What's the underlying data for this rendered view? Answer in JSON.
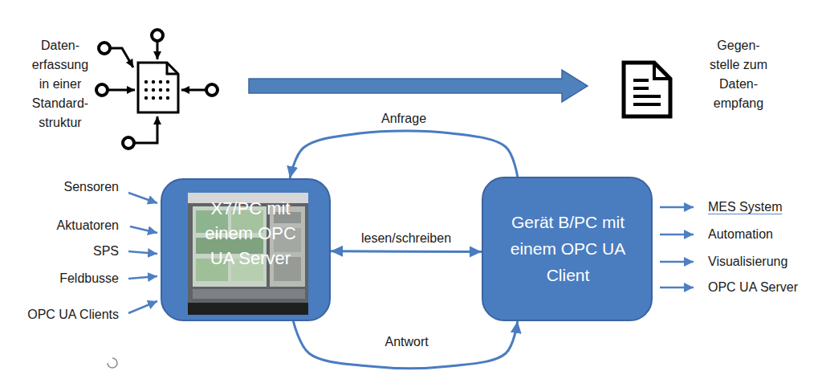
{
  "diagram": {
    "nodes": [
      {
        "text": [
          "X7/PC mit einem OPC UA Server"
        ]
      },
      {
        "text": [
          "Gerät B/PC mit einem OPC UA Client"
        ]
      }
    ],
    "edges": [
      {
        "from": 1,
        "to": 0,
        "arrow": "to",
        "label": "Anfrage"
      },
      {
        "from": 0,
        "to": 1,
        "arrow": "both",
        "label": "lesen/schreiben"
      },
      {
        "from": 0,
        "to": 1,
        "arrow": "to",
        "label": "Antwort"
      }
    ],
    "labels": [
      "Daten- erfassung in einer Standard- struktur",
      "Gegen- stelle zum Daten- empfang",
      "Sensoren",
      "Aktuatoren",
      "SPS",
      "Feldbusse",
      "OPC UA Clients",
      "MES System",
      "Automation",
      "Visualisierung",
      "OPC UA Server"
    ]
  }
}
